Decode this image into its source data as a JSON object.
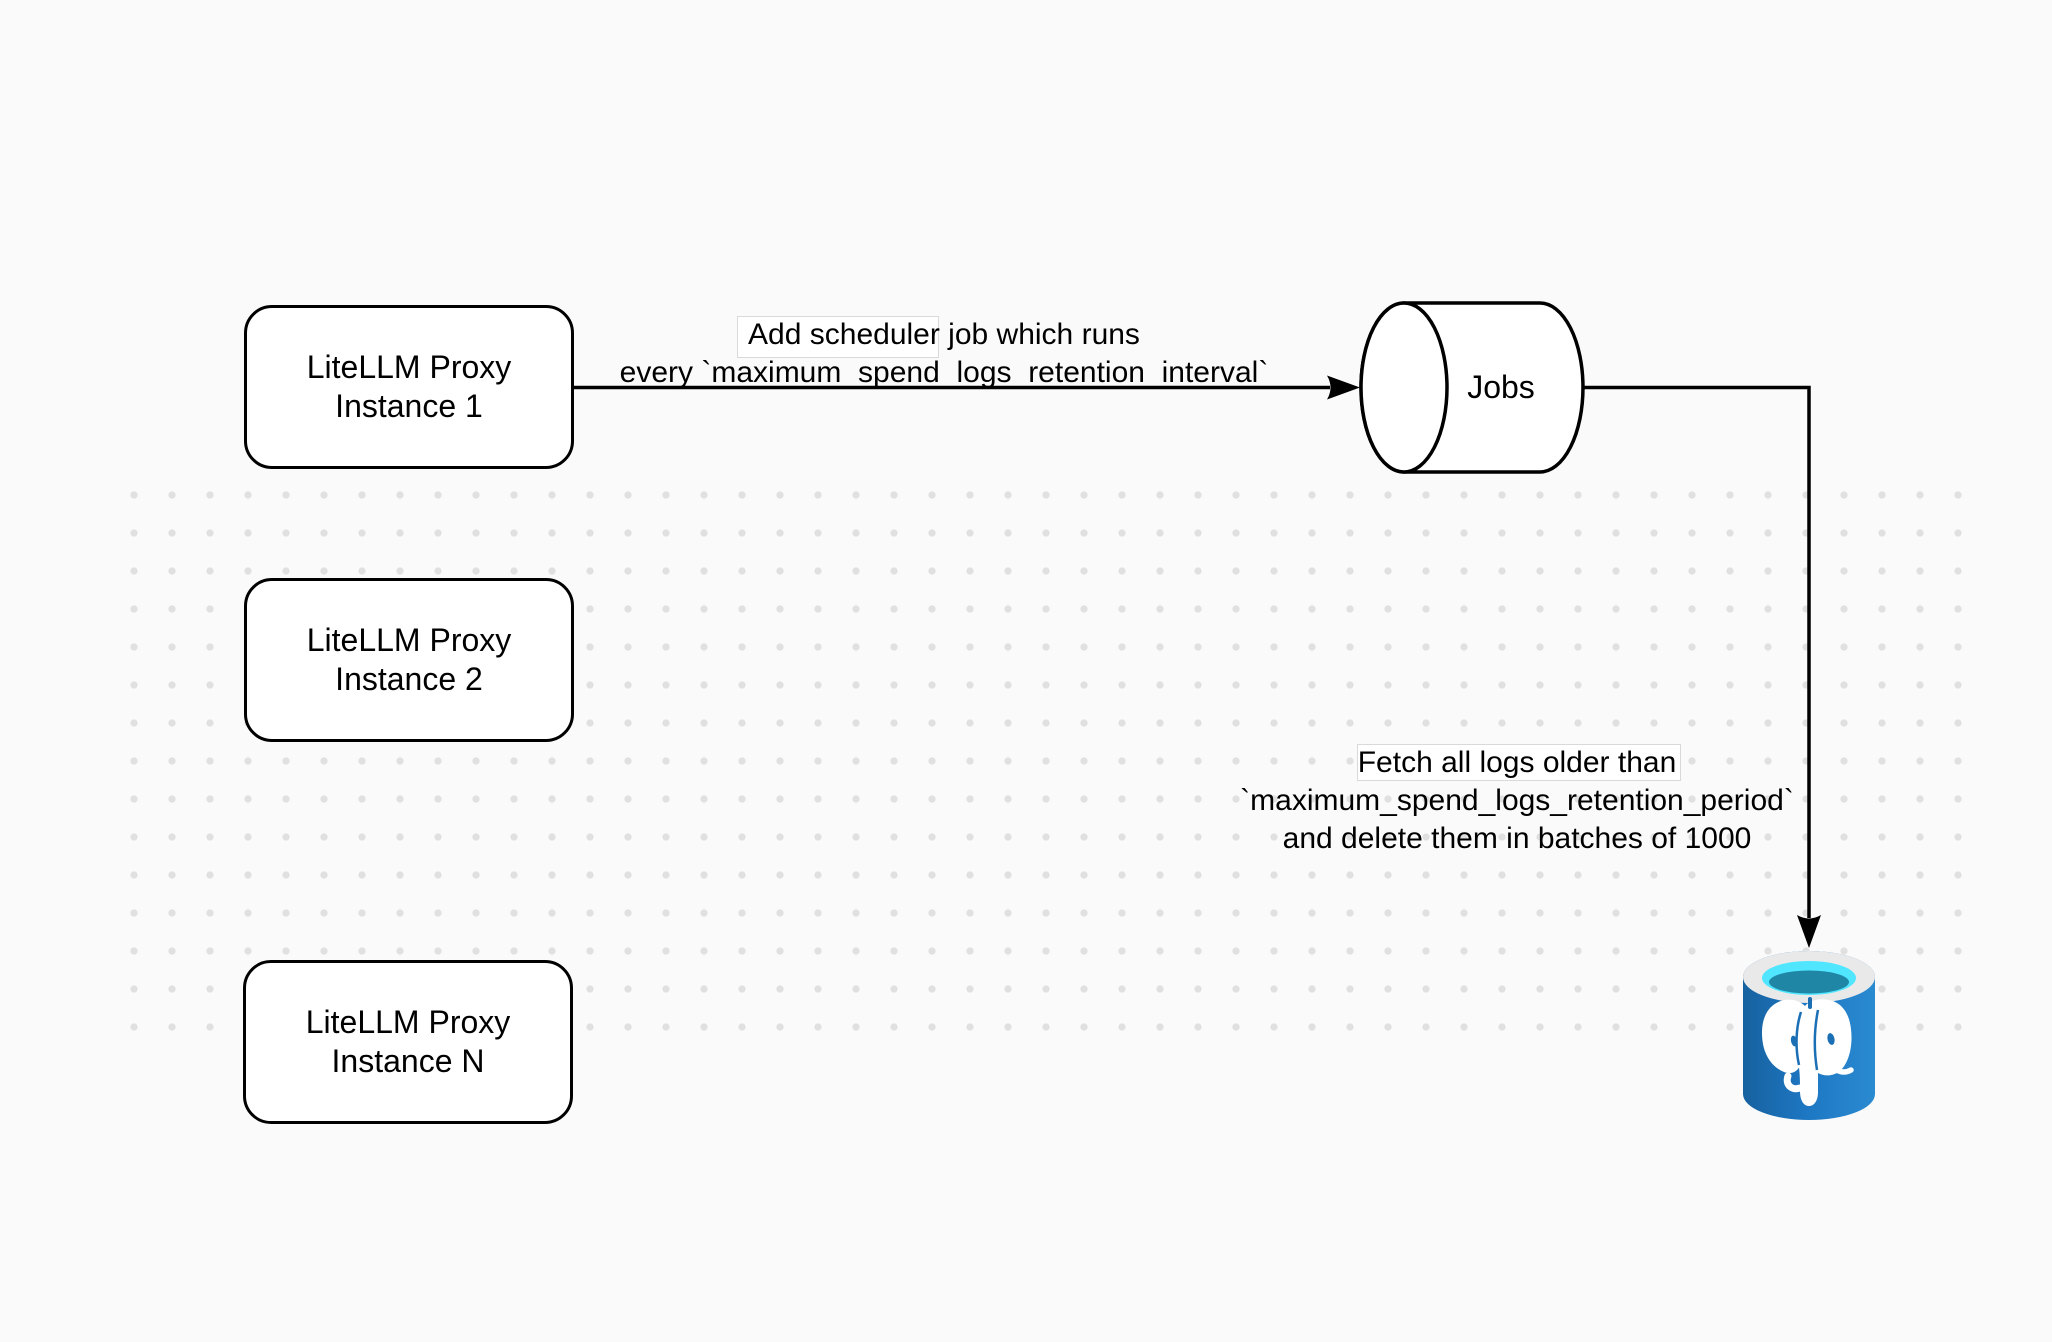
{
  "nodes": {
    "instance1": {
      "line1": "LiteLLM Proxy",
      "line2": "Instance 1"
    },
    "instance2": {
      "line1": "LiteLLM Proxy",
      "line2": "Instance 2"
    },
    "instanceN": {
      "line1": "LiteLLM Proxy",
      "line2": "Instance N"
    },
    "jobs_queue": {
      "label": "Jobs"
    }
  },
  "edges": {
    "add_job": {
      "line1": "Add scheduler job which runs",
      "line2": "every `maximum_spend_logs_retention_interval`"
    },
    "fetch_logs": {
      "line1": "Fetch all logs older than",
      "line2": "`maximum_spend_logs_retention_period`",
      "line3": "and delete them in batches of 1000"
    }
  },
  "icons": {
    "database": "postgresql-database-icon",
    "queue": "jobs-queue-cylinder"
  },
  "colors": {
    "background": "#fafafa",
    "grid_dot": "#e0e0e0",
    "stroke": "#000000",
    "node_fill": "#ffffff",
    "label_bg_border": "#d9d9d9",
    "postgres_blue": "#1b6fb5",
    "postgres_blue_dark": "#17619f",
    "postgres_blue_mid": "#1e78c4",
    "postgres_blue_light": "#2a8ad0",
    "postgres_rim": "#e9e9e9",
    "postgres_cyan": "#50e6ff",
    "postgres_teal": "#1f86a6",
    "elephant_white": "#ffffff"
  }
}
